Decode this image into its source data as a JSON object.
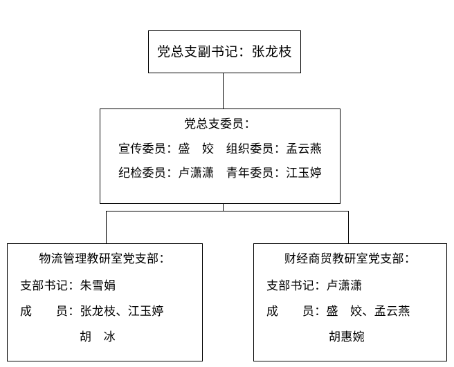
{
  "chart_data": {
    "type": "diagram",
    "title": "",
    "orientation": "top-down",
    "nodes": [
      {
        "id": "secretary",
        "role": "党总支副书记",
        "lines": [
          "党总支副书记：张龙枝"
        ]
      },
      {
        "id": "committee",
        "role": "党总支委员",
        "lines": [
          "党总支委员：",
          "宣传委员：盛　姣　组织委员：孟云燕",
          "纪检委员：卢潇潇　青年委员：江玉婷"
        ]
      },
      {
        "id": "branch-logistics",
        "role": "物流管理教研室党支部",
        "lines": [
          "物流管理教研室党支部：",
          "支部书记：朱雪娟",
          "成　　员：张龙枝、江玉婷",
          "胡　冰"
        ]
      },
      {
        "id": "branch-commerce",
        "role": "财经商贸教研室党支部",
        "lines": [
          "财经商贸教研室党支部：",
          "支部书记：卢潇潇",
          "成　　员：盛　姣、孟云燕",
          "胡惠婉"
        ]
      }
    ],
    "edges": [
      {
        "from": "secretary",
        "to": "committee"
      },
      {
        "from": "committee",
        "to": "branch-logistics"
      },
      {
        "from": "committee",
        "to": "branch-commerce"
      }
    ],
    "colors": {
      "background": "#ffffff",
      "text": "#000000",
      "border": "#000000",
      "connector": "#000000"
    }
  },
  "secretary": {
    "line1": "党总支副书记：张龙枝"
  },
  "committee": {
    "title": "党总支委员：",
    "row1": "宣传委员：盛　姣　组织委员：孟云燕",
    "row2": "纪检委员：卢潇潇　青年委员：江玉婷"
  },
  "branch_logistics": {
    "title": "物流管理教研室党支部：",
    "secretary": "支部书记：朱雪娟",
    "members": "成　　员：张龙枝、江玉婷",
    "members_cont": "胡　冰"
  },
  "branch_commerce": {
    "title": "财经商贸教研室党支部：",
    "secretary": "支部书记：卢潇潇",
    "members": "成　　员：盛　姣、孟云燕",
    "members_cont": "胡惠婉"
  }
}
